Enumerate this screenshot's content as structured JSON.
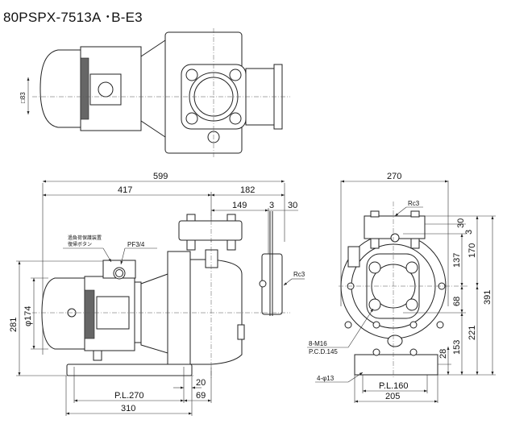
{
  "title": "80PSPX-7513A ･B-E3",
  "top_view": {
    "square_label": "□83"
  },
  "side_view": {
    "dims": {
      "overall": "599",
      "motor_side": "417",
      "pump_side": "182",
      "flange_offset": "149",
      "gap": "3",
      "flange_thk": "30",
      "height": "281",
      "motor_dia": "φ174",
      "base_pl": "P.L.270",
      "base_len": "310",
      "d20": "20",
      "d69": "69"
    },
    "labels": {
      "overload_1": "過負荷保護装置",
      "overload_2": "復帰ボタン",
      "conduit": "PF3/4",
      "port": "Rc3"
    }
  },
  "end_view": {
    "dims": {
      "width": "270",
      "d30": "30",
      "d3": "3",
      "d137": "137",
      "d170": "170",
      "d68": "68",
      "d391": "391",
      "d221": "221",
      "d153": "153",
      "d28": "28",
      "pl": "P.L.160",
      "base_w": "205"
    },
    "labels": {
      "port": "Rc3",
      "bolts": "8-M16",
      "pcd": "P.C.D.145",
      "holes": "4-φ13"
    }
  }
}
